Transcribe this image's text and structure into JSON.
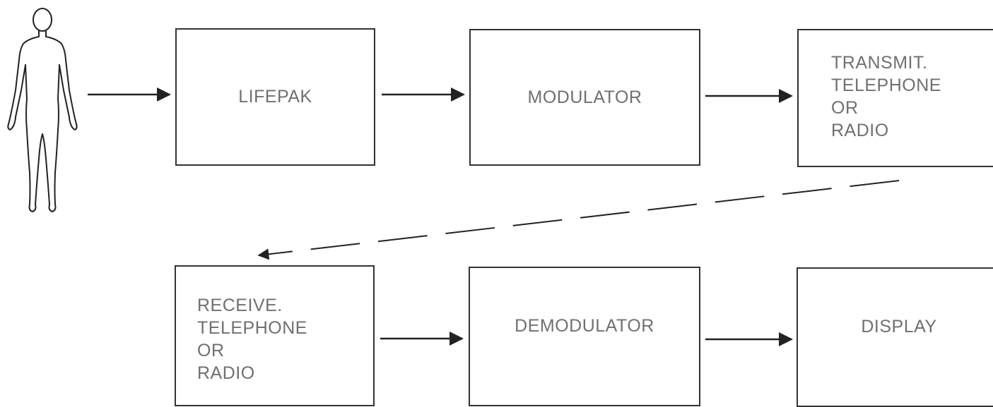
{
  "blocks": {
    "lifepak": "LIFEPAK",
    "modulator": "MODULATOR",
    "transmit": [
      "TRANSMIT.",
      "TELEPHONE",
      "OR",
      "RADIO"
    ],
    "receive": [
      "RECEIVE.",
      "TELEPHONE",
      "OR",
      "RADIO"
    ],
    "demodulator": "DEMODULATOR",
    "display": "DISPLAY"
  }
}
